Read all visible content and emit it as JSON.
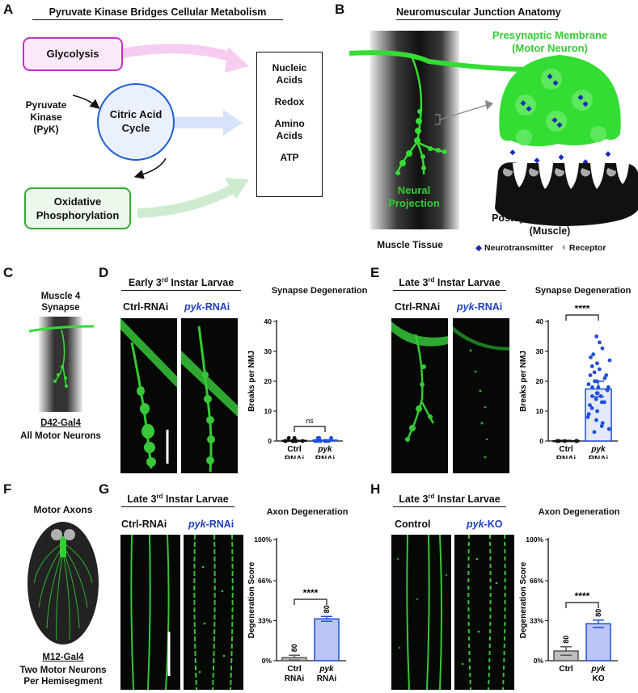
{
  "panels": {
    "A": {
      "letter": "A",
      "title": "Pyruvate Kinase Bridges Cellular Metabolism",
      "glycolysis": "Glycolysis",
      "pyk_line1": "Pyruvate",
      "pyk_line2": "Kinase",
      "pyk_line3": "(PyK)",
      "tca_line1": "Citric Acid",
      "tca_line2": "Cycle",
      "oxphos_line1": "Oxidative",
      "oxphos_line2": "Phosphorylation",
      "outputs": [
        "Nucleic",
        "Acids",
        "Redox",
        "Amino",
        "Acids",
        "ATP"
      ],
      "colors": {
        "glycolysis": "#c72fc7",
        "tca": "#1f5fd6",
        "oxphos": "#33aa33"
      }
    },
    "B": {
      "letter": "B",
      "title": "Neuromuscular Junction Anatomy",
      "pre_line1": "Presynaptic Membrane",
      "pre_line2": "(Motor Neuron)",
      "neural_line1": "Neural",
      "neural_line2": "Projection",
      "post_line1": "Postsynaptic Membrane",
      "post_line2": "(Muscle)",
      "muscle": "Muscle Tissue",
      "legend_nt": "Neurotransmitter",
      "legend_rec": "Receptor"
    },
    "C": {
      "letter": "C",
      "line1": "Muscle 4",
      "line2": "Synapse",
      "driver": "D42-Gal4",
      "driver_desc": "All Motor Neurons"
    },
    "D": {
      "letter": "D",
      "title_pre": "Early 3",
      "title_sup": "rd",
      "title_post": " Instar Larvae",
      "ctrl_label": "Ctrl-RNAi",
      "pyk_italic": "pyk",
      "pyk_suffix": "-RNAi",
      "graph_title": "Synapse Degeneration",
      "ylabel": "Breaks per NMJ",
      "x1_line1": "Ctrl",
      "x1_line2": "RNAi",
      "x2_line1": "pyk",
      "x2_line2": "RNAi",
      "sig": "ns"
    },
    "E": {
      "letter": "E",
      "title_pre": "Late 3",
      "title_sup": "rd",
      "title_post": " Instar Larvae",
      "ctrl_label": "Ctrl-RNAi",
      "pyk_italic": "pyk",
      "pyk_suffix": "-RNAi",
      "graph_title": "Synapse Degeneration",
      "ylabel": "Breaks per NMJ",
      "x1_line1": "Ctrl",
      "x1_line2": "RNAi",
      "x2_line1": "pyk",
      "x2_line2": "RNAi",
      "sig": "****"
    },
    "F": {
      "letter": "F",
      "title": "Motor Axons",
      "driver": "M12-Gal4",
      "desc_line1": "Two Motor Neurons",
      "desc_line2": "Per Hemisegment"
    },
    "G": {
      "letter": "G",
      "title_pre": "Late 3",
      "title_sup": "rd",
      "title_post": " Instar Larvae",
      "ctrl_label": "Ctrl-RNAi",
      "pyk_italic": "pyk",
      "pyk_suffix": "-RNAi",
      "graph_title": "Axon Degeneration",
      "ylabel": "Degeneration Score",
      "x1_line1": "Ctrl",
      "x1_line2": "RNAi",
      "x2_line1": "pyk",
      "x2_line2": "RNAi",
      "sig": "****",
      "n1": "80",
      "n2": "80"
    },
    "H": {
      "letter": "H",
      "title_pre": "Late 3",
      "title_sup": "rd",
      "title_post": " Instar Larvae",
      "ctrl_label": "Control",
      "pyk_italic": "pyk",
      "pyk_suffix": "-KO",
      "graph_title": "Axon Degeneration",
      "ylabel": "Degeneration Score",
      "x1_line1": "Ctrl",
      "x1_line2": "",
      "x2_line1": "pyk",
      "x2_line2": "KO",
      "sig": "****",
      "n1": "80",
      "n2": "80"
    }
  },
  "chart_data": [
    {
      "panel": "D",
      "type": "bar",
      "title": "Synapse Degeneration",
      "ylabel": "Breaks per NMJ",
      "ylim": [
        0,
        40
      ],
      "yticks": [
        0,
        10,
        20,
        30,
        40
      ],
      "categories": [
        "Ctrl RNAi",
        "pyk RNAi"
      ],
      "values": [
        0.2,
        0.3
      ],
      "significance": "ns",
      "colors": [
        "#111111",
        "#1f4fd8"
      ]
    },
    {
      "panel": "E",
      "type": "bar",
      "title": "Synapse Degeneration",
      "ylabel": "Breaks per NMJ",
      "ylim": [
        0,
        40
      ],
      "yticks": [
        0,
        10,
        20,
        30,
        40
      ],
      "categories": [
        "Ctrl RNAi",
        "pyk RNAi"
      ],
      "values": [
        0.1,
        17.4
      ],
      "error": [
        0.1,
        2.6
      ],
      "significance": "****",
      "colors": [
        "#111111",
        "#1f4fd8"
      ]
    },
    {
      "panel": "G",
      "type": "bar",
      "title": "Axon Degeneration",
      "ylabel": "Degeneration Score",
      "ylim": [
        0,
        100
      ],
      "yticks": [
        "0%",
        "33%",
        "66%",
        "100%"
      ],
      "categories": [
        "Ctrl RNAi",
        "pyk RNAi"
      ],
      "values": [
        2.5,
        34.5
      ],
      "error": [
        2.0,
        2.0
      ],
      "n": [
        80,
        80
      ],
      "significance": "****",
      "colors": [
        "#9a9a9a",
        "#a9b8f5"
      ]
    },
    {
      "panel": "H",
      "type": "bar",
      "title": "Axon Degeneration",
      "ylabel": "Degeneration Score",
      "ylim": [
        0,
        100
      ],
      "yticks": [
        "0%",
        "33%",
        "66%",
        "100%"
      ],
      "categories": [
        "Ctrl",
        "pyk KO"
      ],
      "values": [
        8,
        30.5
      ],
      "error": [
        3.5,
        3.0
      ],
      "n": [
        80,
        80
      ],
      "significance": "****",
      "colors": [
        "#a0a0a0",
        "#a9b8f5"
      ]
    }
  ]
}
